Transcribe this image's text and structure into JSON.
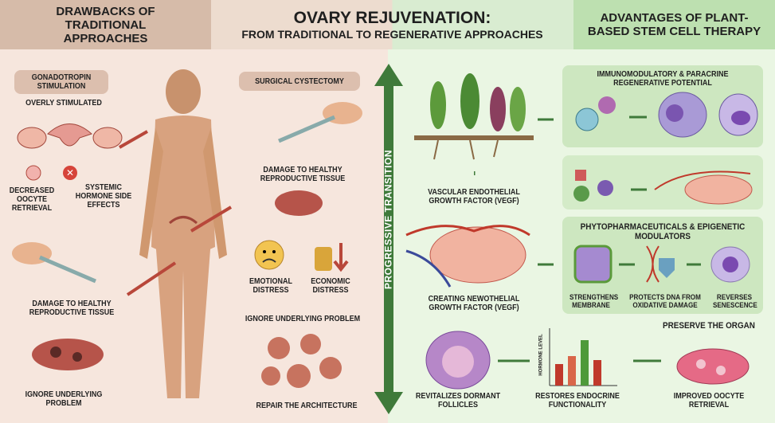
{
  "header": {
    "left_title": "DRAWBACKS OF TRADITIONAL APPROACHES",
    "main_title": "OVARY REJUVENATION:",
    "main_subtitle": "FROM TRADITIONAL TO REGENERATIVE APPROACHES",
    "right_title": "ADVANTAGES OF PLANT-BASED STEM CELL THERAPY"
  },
  "colors": {
    "left_header": "#d6bba9",
    "mid_header": "#eddccf",
    "right_header": "#bde0b0",
    "left_bg": "#f7e7de",
    "right_bg": "#eaf6e3",
    "transition_arrow": "#3f7a3a",
    "arrow_red": "#b8473a"
  },
  "left": {
    "gonadotropin": "GONADOTROPIN STIMULATION",
    "overly_stimulated": "OVERLY STIMULATED",
    "decreased_oocyte": "DECREASED OOCYTE RETRIEVAL",
    "systemic": "SYSTEMIC HORMONE SIDE EFFECTS",
    "damage_left": "DAMAGE TO HEALTHY REPRODUCTIVE TISSUE",
    "ignore_left": "IGNORE UNDERLYING PROBLEM",
    "surgical": "SURGICAL CYSTECTOMY",
    "damage_right": "DAMAGE TO HEALTHY REPRODUCTIVE TISSUE",
    "emotional": "EMOTIONAL DISTRESS",
    "economic": "ECONOMIC DISTRESS",
    "ignore_right": "IGNORE UNDERLYING PROBLEM",
    "repair": "REPAIR THE ARCHITECTURE"
  },
  "transition": "PROGRESSIVE TRANSITION",
  "right": {
    "vegf": "VASCULAR ENDOTHELIAL GROWTH FACTOR (VEGF)",
    "creating": "CREATING NEWOTHELIAL GROWTH FACTOR (VEGF)",
    "immuno": "IMMUNOMODULATORY & PARACRINE REGENERATIVE POTENTIAL",
    "phyto": "PHYTOPHARMACEUTICALS & EPIGENETIC MODULATORS",
    "strengthens": "STRENGTHENS MEMBRANE",
    "protects": "PROTECTS DNA FROM OXIDATIVE DAMAGE",
    "reverses": "REVERSES SENESCENCE",
    "preserve": "PRESERVE THE ORGAN",
    "revitalizes": "REVITALIZES DORMANT FOLLICLES",
    "hormone_axis": "HORMONE LEVEL",
    "restores": "RESTORES ENDOCRINE FUNCTIONALITY",
    "improved": "IMPROVED OOCYTE RETRIEVAL"
  }
}
